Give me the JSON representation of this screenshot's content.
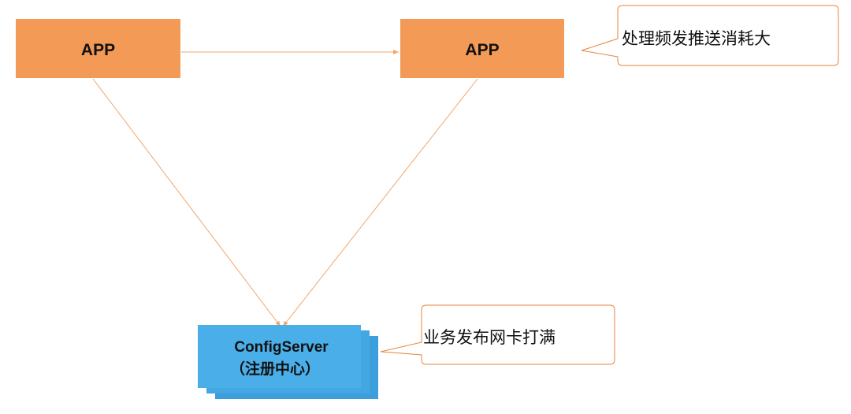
{
  "nodes": {
    "app_left": {
      "label": "APP"
    },
    "app_right": {
      "label": "APP"
    },
    "config_server": {
      "label_line1": "ConfigServer",
      "label_line2": "（注册中心）"
    }
  },
  "callouts": {
    "app_cost": {
      "text": "处理频发推送消耗大"
    },
    "network": {
      "text": "业务发布网卡打满"
    }
  },
  "colors": {
    "app_fill": "#F29A56",
    "server_fill": "#4AAEE8",
    "server_shadow": "#3C9FDC",
    "connector": "#F2A66C",
    "callout_border": "#E8833A"
  }
}
